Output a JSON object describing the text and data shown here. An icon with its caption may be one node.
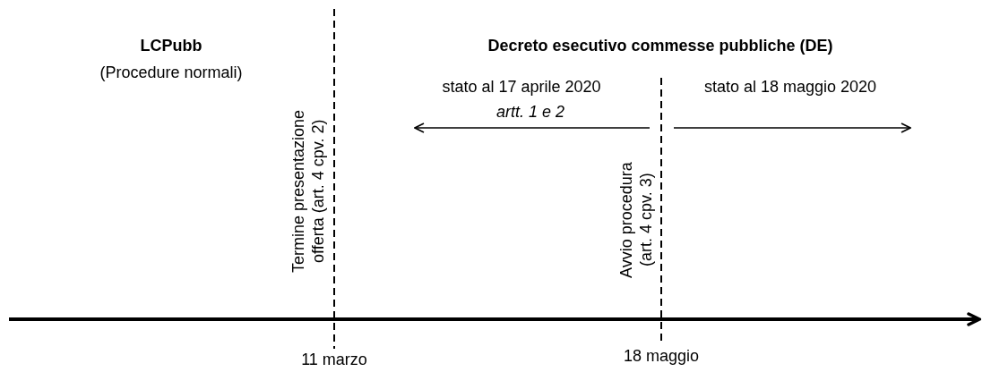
{
  "diagram": {
    "labels": [
      "LCPubb",
      "(Procedure normali)",
      "Decreto esecutivo commesse pubbliche (DE)",
      "stato al 17 aprile 2020",
      "artt. 1 e 2",
      "stato al 18 maggio 2020",
      "Termine presentazione offerta (art. 4 cpv. 2)",
      "Avvio procedura (art. 4 cpv. 3)",
      "11 marzo",
      "18 maggio"
    ]
  }
}
